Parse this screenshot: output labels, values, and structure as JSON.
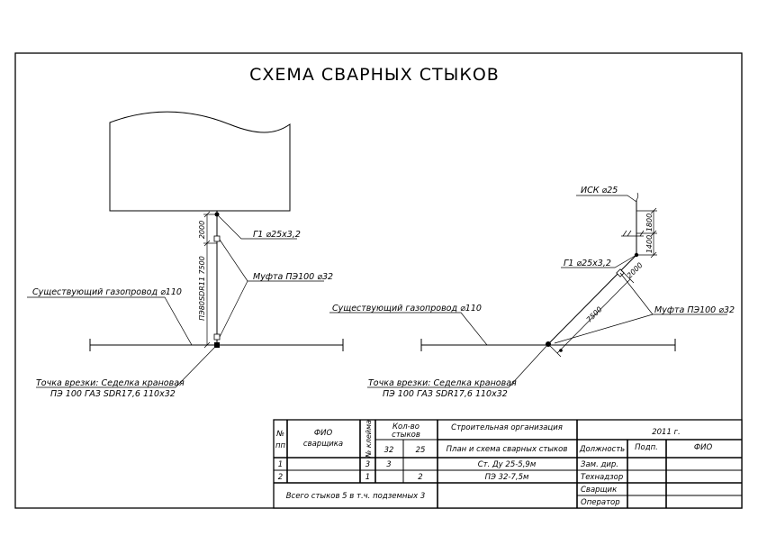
{
  "title": "СХЕМА СВАРНЫХ СТЫКОВ",
  "left_scheme": {
    "g1_label": "Г1 ⌀25х3,2",
    "mufta_label": "Муфта ПЭ100 ⌀32",
    "existing_label": "Существующий газопровод ⌀110",
    "tie_in_line1": "Точка врезки: Седелка крановая",
    "tie_in_line2": "ПЭ 100 ГАЗ SDR17,6 110х32",
    "dim_2000": "2000",
    "dim_pipe": "ПЭ80SDR11 7500"
  },
  "right_scheme": {
    "isk_label": "ИСК ⌀25",
    "g1_label": "Г1 ⌀25х3,2",
    "mufta_label": "Муфта ПЭ100 ⌀32",
    "existing_label": "Существующий газопровод ⌀110",
    "tie_in_line1": "Точка врезки: Седелка крановая",
    "tie_in_line2": "ПЭ 100 ГАЗ SDR17,6 110х32",
    "dim_1800": "1800",
    "dim_1400": "1400",
    "dim_2000": "2000",
    "dim_7500": "7500"
  },
  "table": {
    "h_no": "№",
    "h_pp": "пп",
    "h_fio_1": "ФИО",
    "h_fio_2": "сварщика",
    "h_kleimo": "№ клейма",
    "h_count_1": "Кол-во",
    "h_count_2": "стыков",
    "h_32": "32",
    "h_25": "25",
    "org": "Строительная организация",
    "year": "2011 г.",
    "plan": "План и схема сварных стыков",
    "h_role": "Должность",
    "h_sign": "Подп.",
    "h_fio_sig": "ФИО",
    "rows": [
      {
        "n": "1",
        "kleimo": "3",
        "c32": "3",
        "c25": "",
        "desc": "Ст. Ду 25-5,9м"
      },
      {
        "n": "2",
        "kleimo": "1",
        "c32": "",
        "c25": "2",
        "desc": "ПЭ 32-7,5м"
      }
    ],
    "roles": [
      "Зам. дир.",
      "Технадзор",
      "Сварщик",
      "Оператор"
    ],
    "total": "Всего стыков 5 в т.ч. подземных 3"
  }
}
